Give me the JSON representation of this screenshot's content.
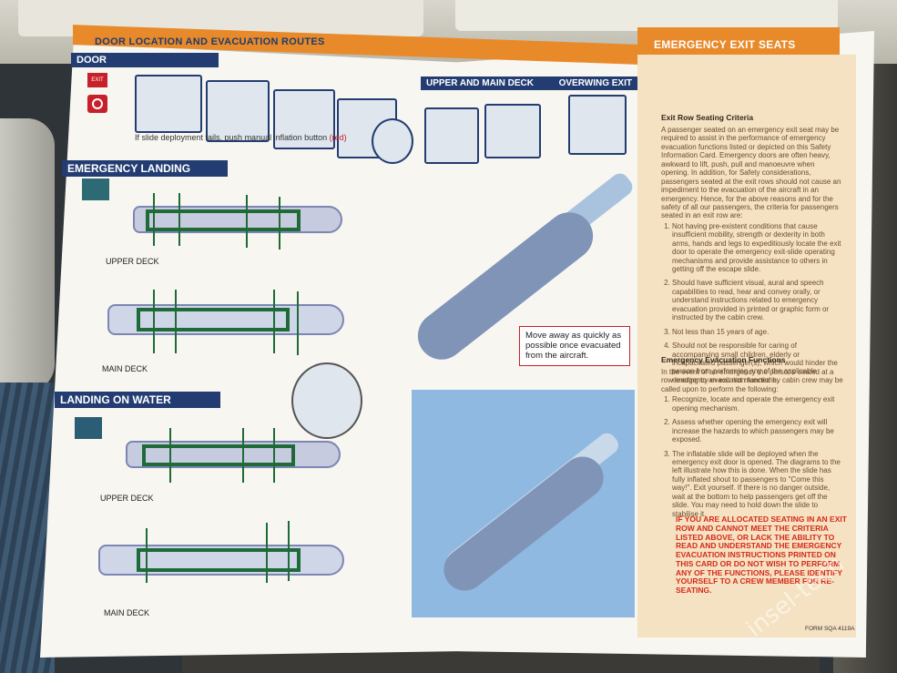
{
  "left_panel": {
    "title": "DOOR LOCATION AND EVACUATION ROUTES",
    "door_label": "DOOR",
    "exit_sign": "EXIT",
    "slide_note": "If slide deployment fails, push manual inflation button",
    "slide_note_red": "(red)",
    "emergency_landing": "EMERGENCY LANDING",
    "landing_on_water": "LANDING ON WATER",
    "upper_deck": "UPPER DECK",
    "main_deck": "MAIN DECK"
  },
  "middle_panel": {
    "upper_and_main_deck": "UPPER AND MAIN DECK",
    "overwing_exit": "OVERWING EXIT",
    "callout": "Move away as quickly as possible once evacuated from the aircraft."
  },
  "right_panel": {
    "title": "EMERGENCY EXIT SEATS",
    "criteria_heading": "Exit Row Seating Criteria",
    "criteria_intro": "A passenger seated on an emergency exit seat may be required to assist in the performance of emergency evacuation functions listed or depicted on this Safety Information Card. Emergency doors are often heavy, awkward to lift, push, pull and manoeuvre when opening. In addition, for Safety considerations, passengers seated at the exit rows should not cause an impediment to the evacuation of the aircraft in an emergency. Hence, for the above reasons and for the safety of all our passengers, the criteria for passengers seated in an exit row are:",
    "criteria": [
      "Not having pre-existent conditions that cause insufficient mobility, strength or dexterity in both arms, hands and legs to expeditiously locate the exit door to operate the emergency exit-slide operating mechanisms and provide assistance to others in getting off the escape slide.",
      "Should have sufficient visual, aural and speech capabilities to read, hear and convey orally, or understand instructions related to emergency evacuation provided in printed or graphic form or instructed by the cabin crew.",
      "Not less than 15 years of age.",
      "Should not be responsible for caring of accompanying small children, elderly or incapacitated passenger(s), which would hinder the person from performing any of the applicable emergency evacuation functions."
    ],
    "functions_heading": "Emergency Evacuation Functions",
    "functions_intro": "In the event of an emergency the persons seated at a row leading to an exit not manned by cabin crew may be called upon to perform the following:",
    "functions": [
      "Recognize, locate and operate the emergency exit opening mechanism.",
      "Assess whether opening the emergency exit will increase the hazards to which passengers may be exposed.",
      "The inflatable slide will be deployed when the emergency exit door is opened. The diagrams to the left illustrate how this is done. When the slide has fully inflated shout to passengers to \"Come this way!\". Exit yourself. If there is no danger outside, wait at the bottom to help passengers get off the slide. You may need to hold down the slide to stabilise it."
    ],
    "warning": "IF YOU ARE ALLOCATED SEATING IN AN EXIT ROW AND CANNOT MEET THE CRITERIA LISTED ABOVE, OR LACK THE ABILITY TO READ AND UNDERSTAND THE EMERGENCY EVACUATION INSTRUCTIONS PRINTED ON THIS CARD OR DO NOT WISH TO PERFORM ANY OF THE FUNCTIONS, PLEASE IDENTIFY YOURSELF TO A CREW MEMBER FOR RE-SEATING.",
    "form": "FORM SQA 4119A"
  },
  "watermark": "insel-tech",
  "colors": {
    "navy": "#233d72",
    "orange": "#e98a2a",
    "route_green": "#1f6b38",
    "warning_red": "#d62a1a"
  }
}
